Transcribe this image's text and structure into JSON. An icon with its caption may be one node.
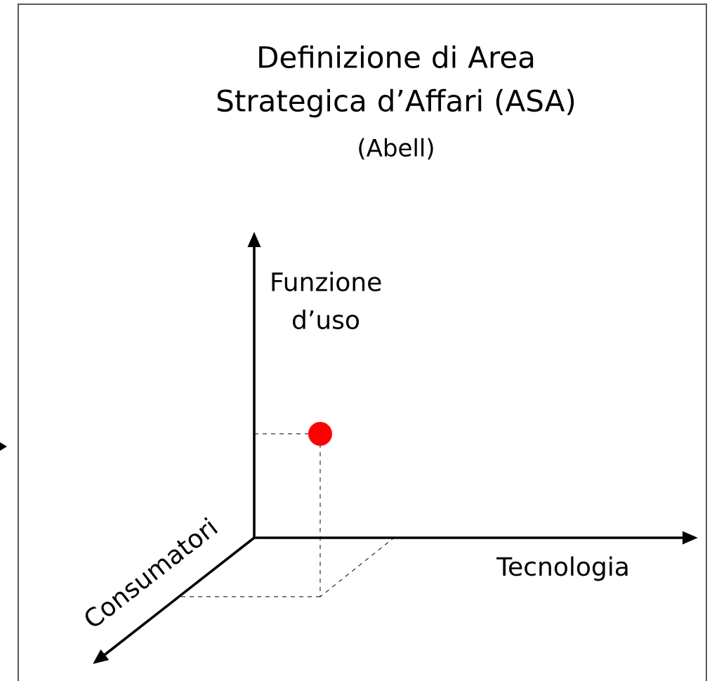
{
  "diagram": {
    "title": "Definizione di Area Strategica d’Affari (ASA)",
    "labels": [
      "(Abell)",
      "Funzione d’uso",
      "Consumatori",
      "Tecnologia"
    ]
  }
}
